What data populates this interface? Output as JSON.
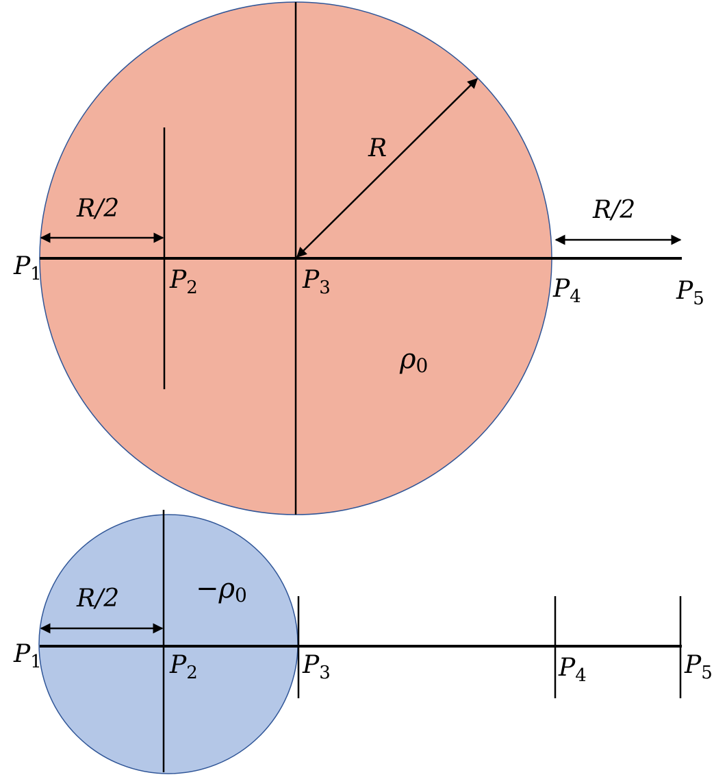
{
  "colors": {
    "large_fill": "#f2b19e",
    "small_fill": "#b4c7e7",
    "outline": "#2f5597",
    "line": "#000000"
  },
  "top": {
    "radius_label": "R",
    "half_left_label": "R/2",
    "half_right_label": "R/2",
    "density_symbol": "ρ",
    "density_sub": "0",
    "points": [
      {
        "base": "P",
        "sub": "1"
      },
      {
        "base": "P",
        "sub": "2"
      },
      {
        "base": "P",
        "sub": "3"
      },
      {
        "base": "P",
        "sub": "4"
      },
      {
        "base": "P",
        "sub": "5"
      }
    ]
  },
  "bottom": {
    "half_label": "R/2",
    "density_symbol": "−ρ",
    "density_sub": "0",
    "points": [
      {
        "base": "P",
        "sub": "1"
      },
      {
        "base": "P",
        "sub": "2"
      },
      {
        "base": "P",
        "sub": "3"
      },
      {
        "base": "P",
        "sub": "4"
      },
      {
        "base": "P",
        "sub": "5"
      }
    ]
  }
}
